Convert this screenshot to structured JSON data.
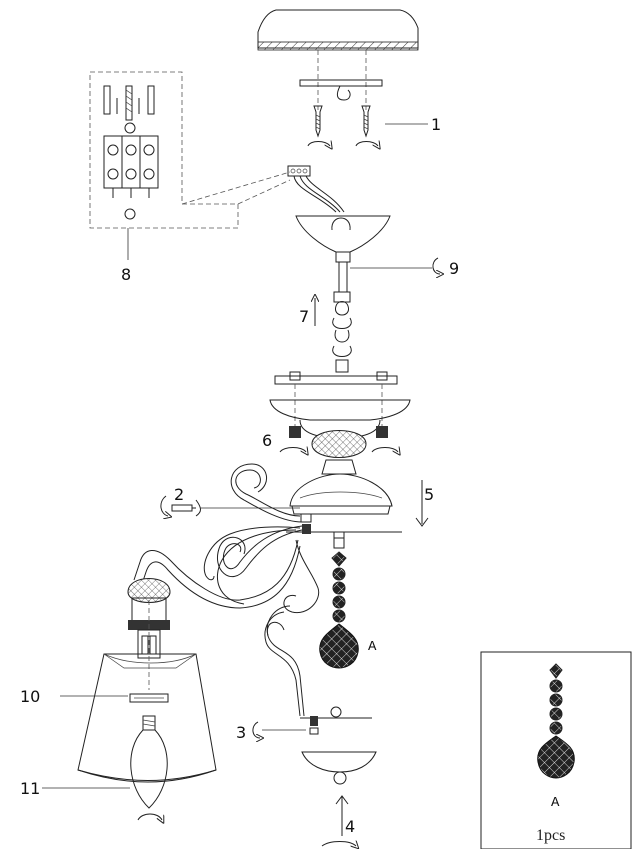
{
  "callouts": {
    "c1": "1",
    "c2": "2",
    "c3": "3",
    "c4": "4",
    "c5": "5",
    "c6": "6",
    "c7": "7",
    "c8": "8",
    "c9": "9",
    "c10": "10",
    "c11": "11"
  },
  "pendant_label": "A",
  "inset": {
    "pendant_label": "A",
    "quantity": "1pcs"
  }
}
